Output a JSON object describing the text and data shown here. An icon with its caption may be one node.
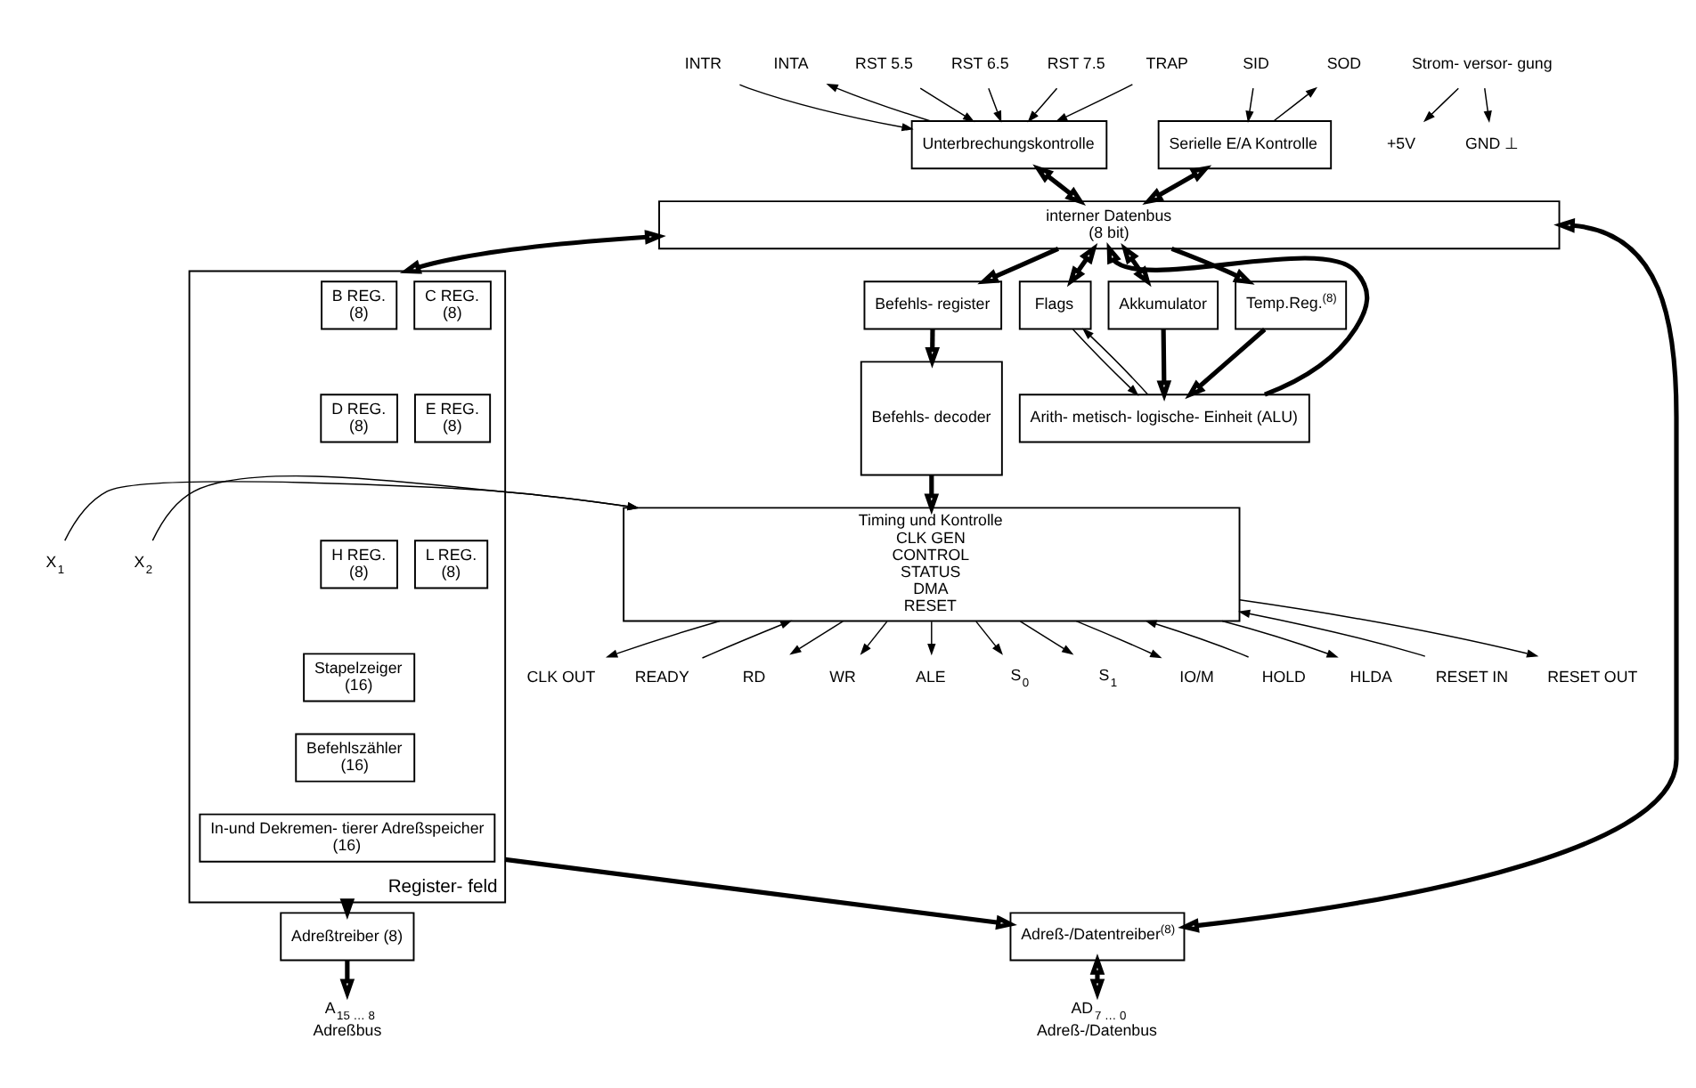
{
  "diagram": {
    "nodes": [
      {
        "text": [
          "interner Datenbus",
          "(8 bit)"
        ]
      },
      {
        "text": [
          "Unterbrechungskontrolle"
        ]
      },
      {
        "text": [
          "Serielle E/A Kontrolle"
        ]
      },
      {
        "text": [
          "Akkumulator"
        ]
      },
      {
        "text": [
          "Temp.Reg.$^{(8)}$"
        ]
      },
      {
        "text": [
          "Flags"
        ]
      },
      {
        "text": [
          "Arith- metisch- logische- Einheit (ALU)"
        ]
      },
      {
        "text": [
          "Befehls- register"
        ]
      },
      {
        "text": [
          "Befehls- decoder"
        ]
      },
      {
        "text": [
          "Register- feld"
        ]
      },
      {
        "text": [
          "B REG.",
          "(8)"
        ],
        "in": 9
      },
      {
        "text": [
          "C REG.",
          "(8)"
        ],
        "in": 9
      },
      {
        "text": [
          "D REG.",
          "(8)"
        ],
        "in": 9
      },
      {
        "text": [
          "E REG.",
          "(8)"
        ],
        "in": 9
      },
      {
        "text": [
          "H REG.",
          "(8)"
        ],
        "in": 9
      },
      {
        "text": [
          "L REG.",
          "(8)"
        ],
        "in": 9
      },
      {
        "text": [
          "Stapelzeiger",
          "(16)"
        ],
        "in": 9
      },
      {
        "text": [
          "Befehlszähler",
          "(16)"
        ],
        "in": 9
      },
      {
        "text": [
          "In-und Dekremen- tierer Adreßspeicher",
          "(16)"
        ],
        "in": 9
      },
      {
        "text": [
          "Adreßtreiber (8)"
        ]
      },
      {
        "text": [
          "Adreß-/Datentreiber$^{(8)}$"
        ]
      },
      {
        "text": [
          "A$_{15 … 8}$",
          "Adreßbus"
        ]
      },
      {
        "text": [
          "AD$_{7 … 0}$",
          "Adreß-/Datenbus"
        ]
      },
      {
        "text": [
          "Timing und Kontrolle",
          "CLK GEN",
          "CONTROL",
          "STATUS",
          "DMA",
          "RESET"
        ]
      },
      {
        "text": [
          "INTR"
        ]
      },
      {
        "text": [
          "INTA"
        ]
      },
      {
        "text": [
          "RST 5.5"
        ]
      },
      {
        "text": [
          "RST 6.5"
        ]
      },
      {
        "text": [
          "RST 7.5"
        ]
      },
      {
        "text": [
          "TRAP"
        ]
      },
      {
        "text": [
          "SID"
        ]
      },
      {
        "text": [
          "SOD"
        ]
      },
      {
        "text": [
          "Strom- versor- gung"
        ]
      },
      {
        "text": [
          "+5V"
        ]
      },
      {
        "text": [
          "GND ⊥"
        ]
      },
      {
        "text": [
          "X$_{1}$"
        ]
      },
      {
        "text": [
          "X$_{2}$"
        ]
      },
      {
        "text": [
          "CLK OUT"
        ]
      },
      {
        "text": [
          "READY"
        ]
      },
      {
        "text": [
          "RD"
        ]
      },
      {
        "text": [
          "WR"
        ]
      },
      {
        "text": [
          "ALE"
        ]
      },
      {
        "text": [
          "S$_{0}$"
        ]
      },
      {
        "text": [
          "S$_{1}$"
        ]
      },
      {
        "text": [
          "IO/M"
        ]
      },
      {
        "text": [
          "HOLD"
        ]
      },
      {
        "text": [
          "HLDA"
        ]
      },
      {
        "text": [
          "RESET IN"
        ]
      },
      {
        "text": [
          "RESET OUT"
        ]
      }
    ],
    "edges": [
      {
        "from": 24,
        "to": 1,
        "arrow": "to"
      },
      {
        "from": 1,
        "to": 25,
        "arrow": "to"
      },
      {
        "from": 26,
        "to": 1,
        "arrow": "to"
      },
      {
        "from": 27,
        "to": 1,
        "arrow": "to"
      },
      {
        "from": 28,
        "to": 1,
        "arrow": "to"
      },
      {
        "from": 29,
        "to": 1,
        "arrow": "to"
      },
      {
        "from": 30,
        "to": 2,
        "arrow": "to"
      },
      {
        "from": 2,
        "to": 31,
        "arrow": "to"
      },
      {
        "from": 1,
        "to": 0,
        "arrow": "both",
        "style": "thick"
      },
      {
        "from": 2,
        "to": 0,
        "arrow": "both",
        "style": "thick"
      },
      {
        "from": 0,
        "to": 3,
        "arrow": "both",
        "style": "thick"
      },
      {
        "from": 0,
        "to": 4,
        "arrow": "to",
        "style": "thick"
      },
      {
        "from": 0,
        "to": 5,
        "arrow": "both",
        "style": "thick"
      },
      {
        "from": 6,
        "to": 0,
        "arrow": "to",
        "style": "thick"
      },
      {
        "from": 0,
        "to": 7,
        "arrow": "to",
        "style": "thick"
      },
      {
        "from": 0,
        "to": 9,
        "arrow": "both",
        "style": "thick"
      },
      {
        "from": 0,
        "to": 20,
        "arrow": "both",
        "style": "thick"
      },
      {
        "from": 3,
        "to": 6,
        "arrow": "to",
        "style": "thick"
      },
      {
        "from": 4,
        "to": 6,
        "arrow": "to",
        "style": "thick"
      },
      {
        "from": 6,
        "to": 5,
        "arrow": "to"
      },
      {
        "from": 5,
        "to": 6,
        "arrow": "to"
      },
      {
        "from": 7,
        "to": 8,
        "arrow": "to",
        "style": "thick"
      },
      {
        "from": 8,
        "to": 23,
        "arrow": "to",
        "style": "thick"
      },
      {
        "from": 9,
        "to": 19,
        "arrow": "to",
        "style": "thick"
      },
      {
        "from": 9,
        "to": 20,
        "arrow": "to",
        "style": "thick"
      },
      {
        "from": 19,
        "to": 21,
        "arrow": "to",
        "style": "thick"
      },
      {
        "from": 20,
        "to": 22,
        "arrow": "both",
        "style": "thick"
      },
      {
        "from": 32,
        "to": 33,
        "arrow": "to"
      },
      {
        "from": 32,
        "to": 34,
        "arrow": "to"
      },
      {
        "from": 35,
        "to": 23,
        "arrow": "to"
      },
      {
        "from": 36,
        "to": 23,
        "arrow": "to"
      },
      {
        "from": 23,
        "to": 37,
        "arrow": "to"
      },
      {
        "from": 38,
        "to": 23,
        "arrow": "to"
      },
      {
        "from": 23,
        "to": 39,
        "arrow": "to"
      },
      {
        "from": 23,
        "to": 40,
        "arrow": "to"
      },
      {
        "from": 23,
        "to": 41,
        "arrow": "to"
      },
      {
        "from": 23,
        "to": 42,
        "arrow": "to"
      },
      {
        "from": 23,
        "to": 43,
        "arrow": "to"
      },
      {
        "from": 23,
        "to": 44,
        "arrow": "to"
      },
      {
        "from": 45,
        "to": 23,
        "arrow": "to"
      },
      {
        "from": 23,
        "to": 46,
        "arrow": "to"
      },
      {
        "from": 47,
        "to": 23,
        "arrow": "to"
      },
      {
        "from": 23,
        "to": 48,
        "arrow": "to"
      }
    ]
  }
}
